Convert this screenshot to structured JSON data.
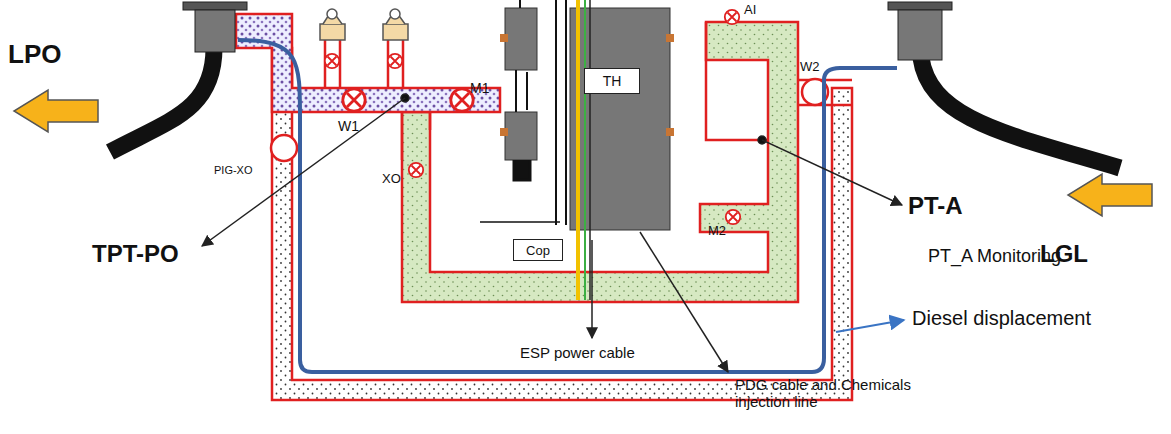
{
  "diagram": {
    "nodes": [
      {
        "text": [
          "TH"
        ]
      },
      {
        "text": [
          "Cop"
        ]
      }
    ],
    "labels": [
      "LPO",
      "PIG-XO",
      "W1",
      "M1",
      "XO",
      "TPT-PO",
      "AI",
      "W2",
      "M2",
      "PT-A",
      "PT_A Monitoring",
      "LGL",
      "Diesel displacement",
      "ESP power cable",
      "PDG cable and Chemicals injection line"
    ]
  }
}
